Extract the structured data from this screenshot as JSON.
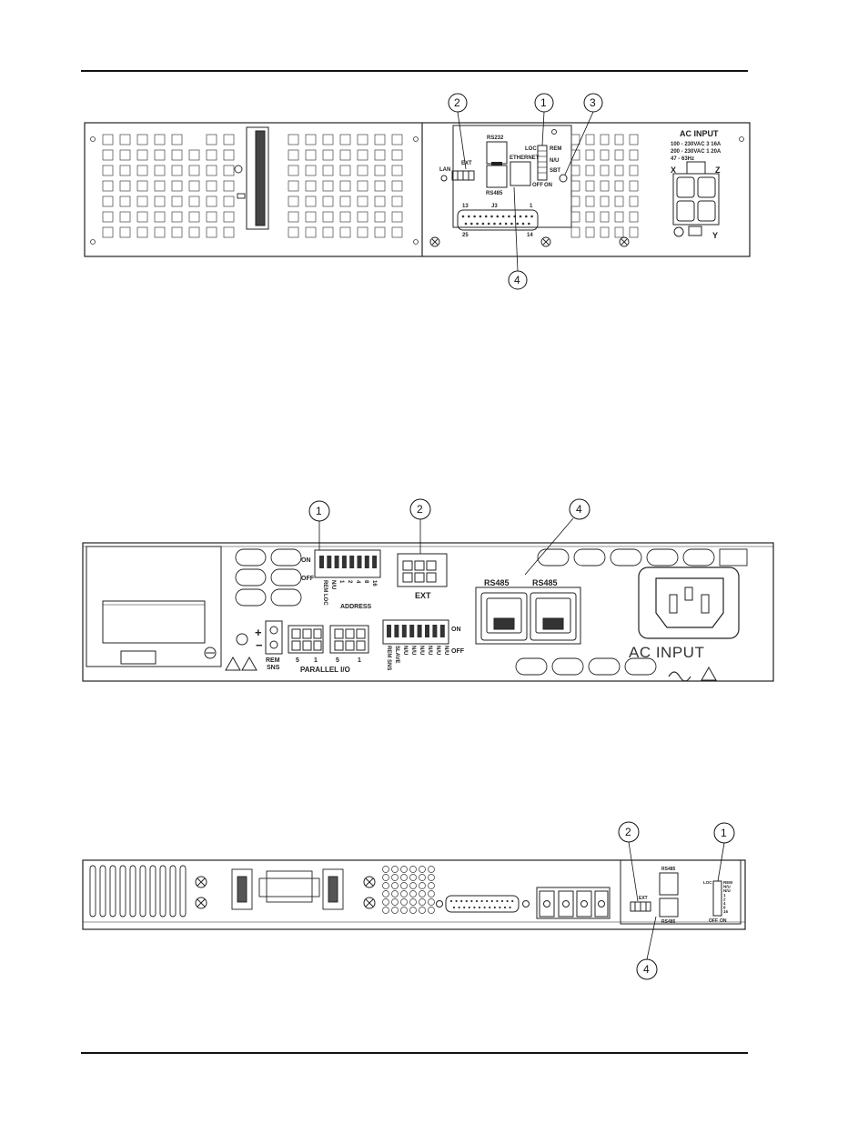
{
  "figure1": {
    "callouts": [
      "2",
      "1",
      "3",
      "4"
    ],
    "ports": {
      "rs232": "RS232",
      "rs485": "RS485",
      "ethernet": "ETHERNET",
      "ext": "EXT",
      "lan": "LAN",
      "j3": "J3",
      "j3_pin13": "13",
      "j3_pin1": "1",
      "j3_pin25": "25",
      "j3_pin14": "14"
    },
    "switches": {
      "loc": "LOC",
      "rem": "REM",
      "nu": "N/U",
      "sbt": "SBT",
      "off": "OFF",
      "on": "ON"
    },
    "ac_input": {
      "title": "AC INPUT",
      "spec1": "100 - 230VAC 3   16A",
      "spec2": "200 - 230VAC 1   20A",
      "spec3": "47 - 63Hz",
      "x": "X",
      "z": "Z",
      "y": "Y"
    }
  },
  "figure2": {
    "callouts": [
      "1",
      "2",
      "4"
    ],
    "on": "ON",
    "off": "OFF",
    "address": "ADDRESS",
    "address_bits": [
      "REM LOC",
      "N/U",
      "1",
      "2",
      "4",
      "8",
      "16"
    ],
    "ext": "EXT",
    "rs485_left": "RS485",
    "rs485_right": "RS485",
    "plus": "+",
    "minus": "−",
    "rem_sns": "REM\nSNS",
    "rem": "REM",
    "sns": "SNS",
    "par_5a": "5",
    "par_1a": "1",
    "par_5b": "5",
    "par_1b": "1",
    "parallel_io": "PARALLEL I/O",
    "on2": "ON",
    "off2": "OFF",
    "dip2_labels": [
      "REM SNS",
      "SLAVE",
      "N/U",
      "N/U",
      "N/U",
      "N/U",
      "N/U",
      "N/U"
    ],
    "ac_input": "AC INPUT"
  },
  "figure3": {
    "callouts": [
      "2",
      "1",
      "4"
    ],
    "rs485_top": "RS485",
    "rs485_bottom": "RS485",
    "ext": "EXT",
    "switch_labels": [
      "LOC",
      "REM",
      "N/U",
      "N/U",
      "1",
      "2",
      "4",
      "8",
      "16"
    ],
    "off": "OFF",
    "on": "ON"
  }
}
